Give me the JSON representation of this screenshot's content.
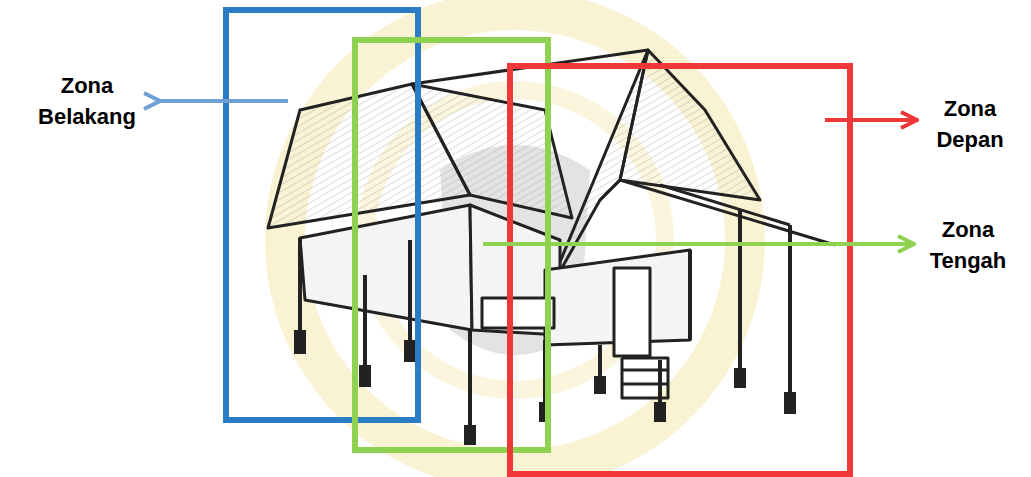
{
  "diagram": {
    "labels": [
      "Zona Belakang",
      "Zona Depan",
      "Zona Tengah"
    ]
  }
}
